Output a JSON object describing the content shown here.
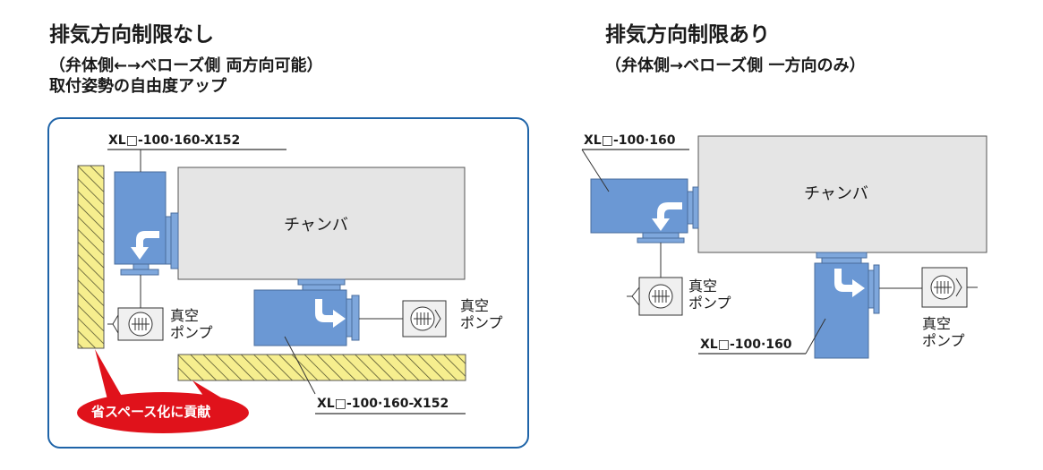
{
  "left": {
    "title": "排気方向制限なし",
    "subtitle": "（弁体側←→ベローズ側 両方向可能）",
    "subtitle2": "取付姿勢の自由度アップ",
    "valve_label_top": "XL□-100·160-X152",
    "valve_label_bottom": "XL□-100·160-X152",
    "chamber": "チャンバ",
    "pump_line1": "真空",
    "pump_line2": "ポンプ",
    "badge": "省スペース化に貢献"
  },
  "right": {
    "title": "排気方向制限あり",
    "subtitle": "（弁体側→ベローズ側 一方向のみ）",
    "valve_label_top": "XL□-100·160",
    "valve_label_bottom": "XL□-100·160",
    "chamber": "チャンバ",
    "pump_line1": "真空",
    "pump_line2": "ポンプ"
  },
  "colors": {
    "valve_blue": "#6b98d4",
    "chamber_gray": "#e5e5e5",
    "hatch_yellow": "#f6ee8e",
    "frame_blue": "#1f64a8",
    "badge_red": "#e0121b"
  }
}
